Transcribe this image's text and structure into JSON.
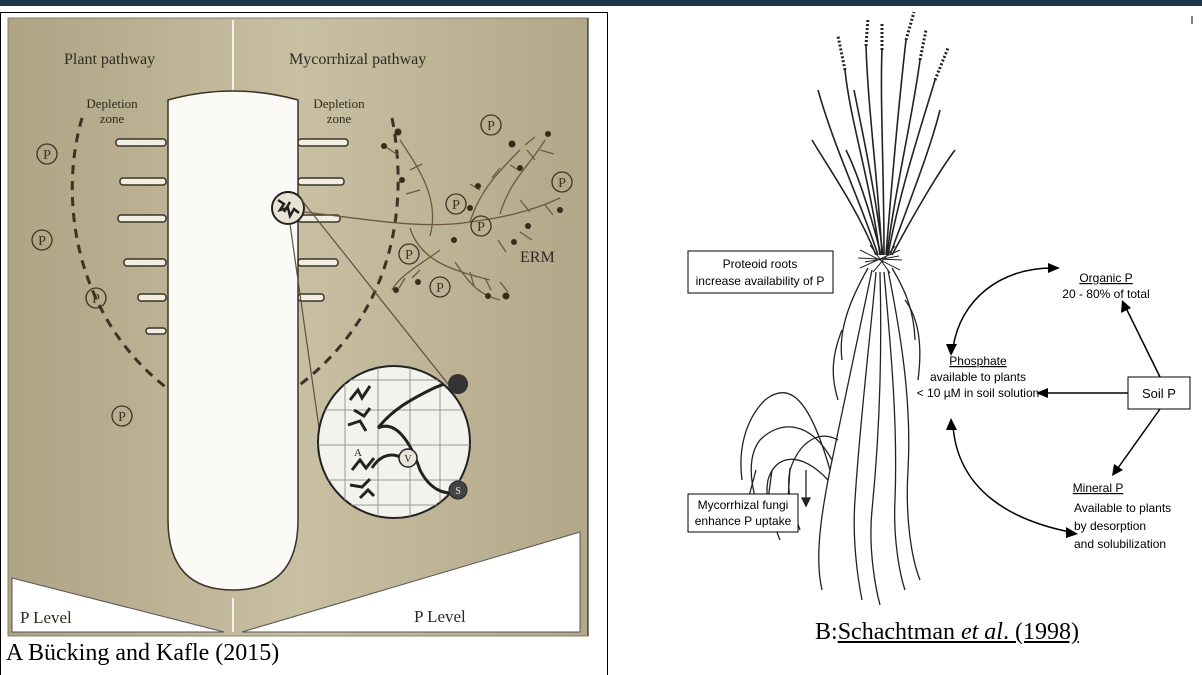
{
  "panel_a": {
    "plant_pathway": "Plant pathway",
    "mycorrhizal_pathway": "Mycorrhizal pathway",
    "depletion_left_1": "Depletion",
    "depletion_left_2": "zone",
    "depletion_right_1": "Depletion",
    "depletion_right_2": "zone",
    "p_symbol": "P",
    "erm_label": "ERM",
    "p_level_left": "P Level",
    "p_level_right": "P Level",
    "inset_label_a": "A",
    "inset_label_v": "V",
    "inset_label_s": "S",
    "caption": "A Bücking  and Kafle (2015)"
  },
  "panel_b": {
    "proteoid_1": "Proteoid roots",
    "proteoid_2": "increase availability of P",
    "mycorrhizal_1": "Mycorrhizal fungi",
    "mycorrhizal_2": "enhance P uptake",
    "organic_title": "Organic P",
    "organic_sub": "20 - 80%  of total",
    "phosphate_title": "Phosphate",
    "phosphate_line1": "available to plants",
    "phosphate_line2": "< 10 µM in soil solution",
    "soil_p": "Soil P",
    "mineral_title": "Mineral P",
    "mineral_line1": "Available to plants",
    "mineral_line2": "by desorption",
    "mineral_line3": "and solubilization",
    "caption_prefix": "B:",
    "caption_cite_1": "Schachtman  ",
    "caption_cite_etal": "et al",
    "caption_cite_2": ". (1998)"
  },
  "colors": {
    "panel_a_background": "#bfb497",
    "panel_a_light": "#ece7da",
    "line": "#3a3326"
  }
}
